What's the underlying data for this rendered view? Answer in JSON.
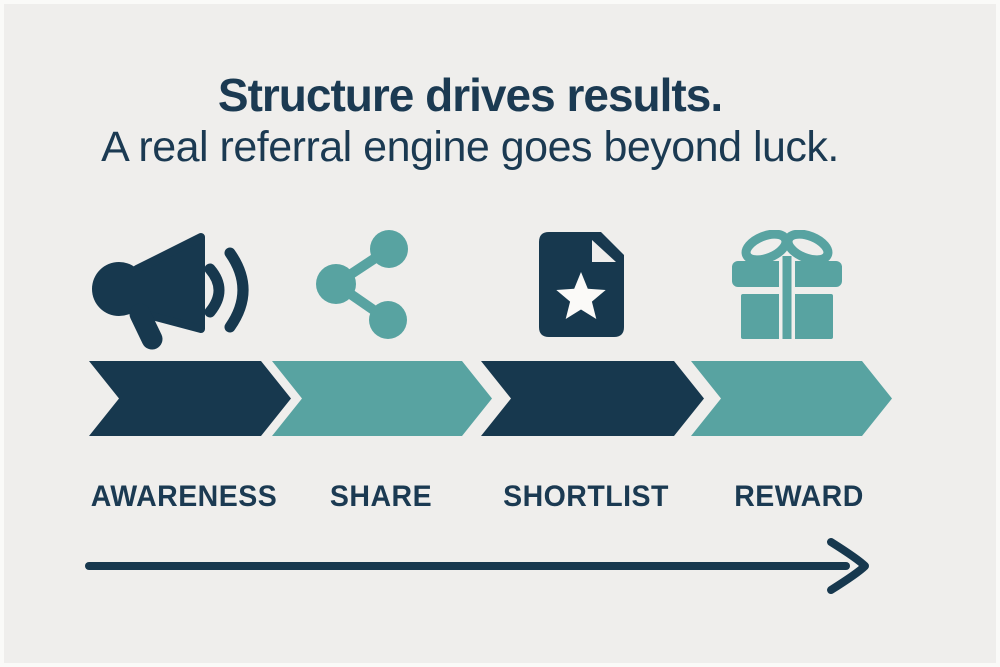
{
  "title": {
    "line1": "Structure drives results.",
    "line2": "A real referral engine goes beyond luck."
  },
  "stages": [
    {
      "label": "AWARENESS",
      "icon": "megaphone-icon",
      "color": "#17384e"
    },
    {
      "label": "SHARE",
      "icon": "share-icon",
      "color": "#58a3a1"
    },
    {
      "label": "SHORTLIST",
      "icon": "document-star-icon",
      "color": "#17384e"
    },
    {
      "label": "REWARD",
      "icon": "gift-icon",
      "color": "#58a3a1"
    }
  ],
  "flow": {
    "direction": "left-to-right",
    "segment_shape": "chevron-arrow"
  },
  "colors": {
    "background": "#efeeec",
    "navy": "#17384e",
    "teal": "#58a3a1",
    "text": "#1b3a52"
  }
}
